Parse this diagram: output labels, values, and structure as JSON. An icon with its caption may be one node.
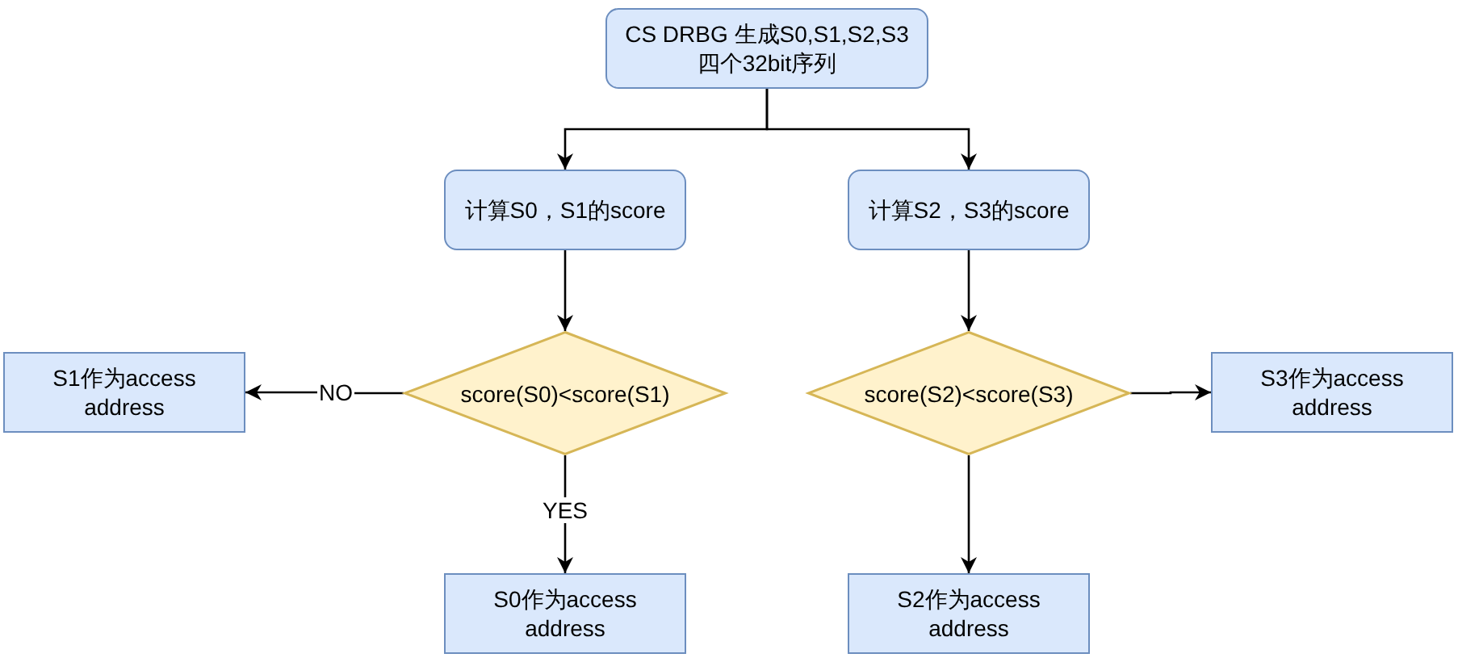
{
  "diagram": {
    "nodes": [
      {
        "text": [
          "CS DRBG 生成S0,S1,S2,S3 四个32bit序列"
        ]
      },
      {
        "text": [
          "计算S0，S1的score"
        ]
      },
      {
        "text": [
          "计算S2，S3的score"
        ]
      },
      {
        "text": [
          "S1作为access address"
        ]
      },
      {
        "text": [
          "score(S0)<score(S1)"
        ]
      },
      {
        "text": [
          "score(S2)<score(S3)"
        ]
      },
      {
        "text": [
          "S3作为access address"
        ]
      },
      {
        "text": [
          "S0作为access address"
        ]
      },
      {
        "text": [
          "S2作为access address"
        ]
      }
    ],
    "edges": [
      {
        "from": 0,
        "to": 1,
        "arrow": "to"
      },
      {
        "from": 0,
        "to": 2,
        "arrow": "to"
      },
      {
        "from": 1,
        "to": 4,
        "arrow": "to"
      },
      {
        "from": 2,
        "to": 5,
        "arrow": "to"
      },
      {
        "from": 4,
        "to": 3,
        "arrow": "to",
        "label": "NO"
      },
      {
        "from": 4,
        "to": 7,
        "arrow": "to",
        "label": "YES"
      },
      {
        "from": 5,
        "to": 6,
        "arrow": "to"
      },
      {
        "from": 5,
        "to": 8,
        "arrow": "to"
      }
    ]
  }
}
